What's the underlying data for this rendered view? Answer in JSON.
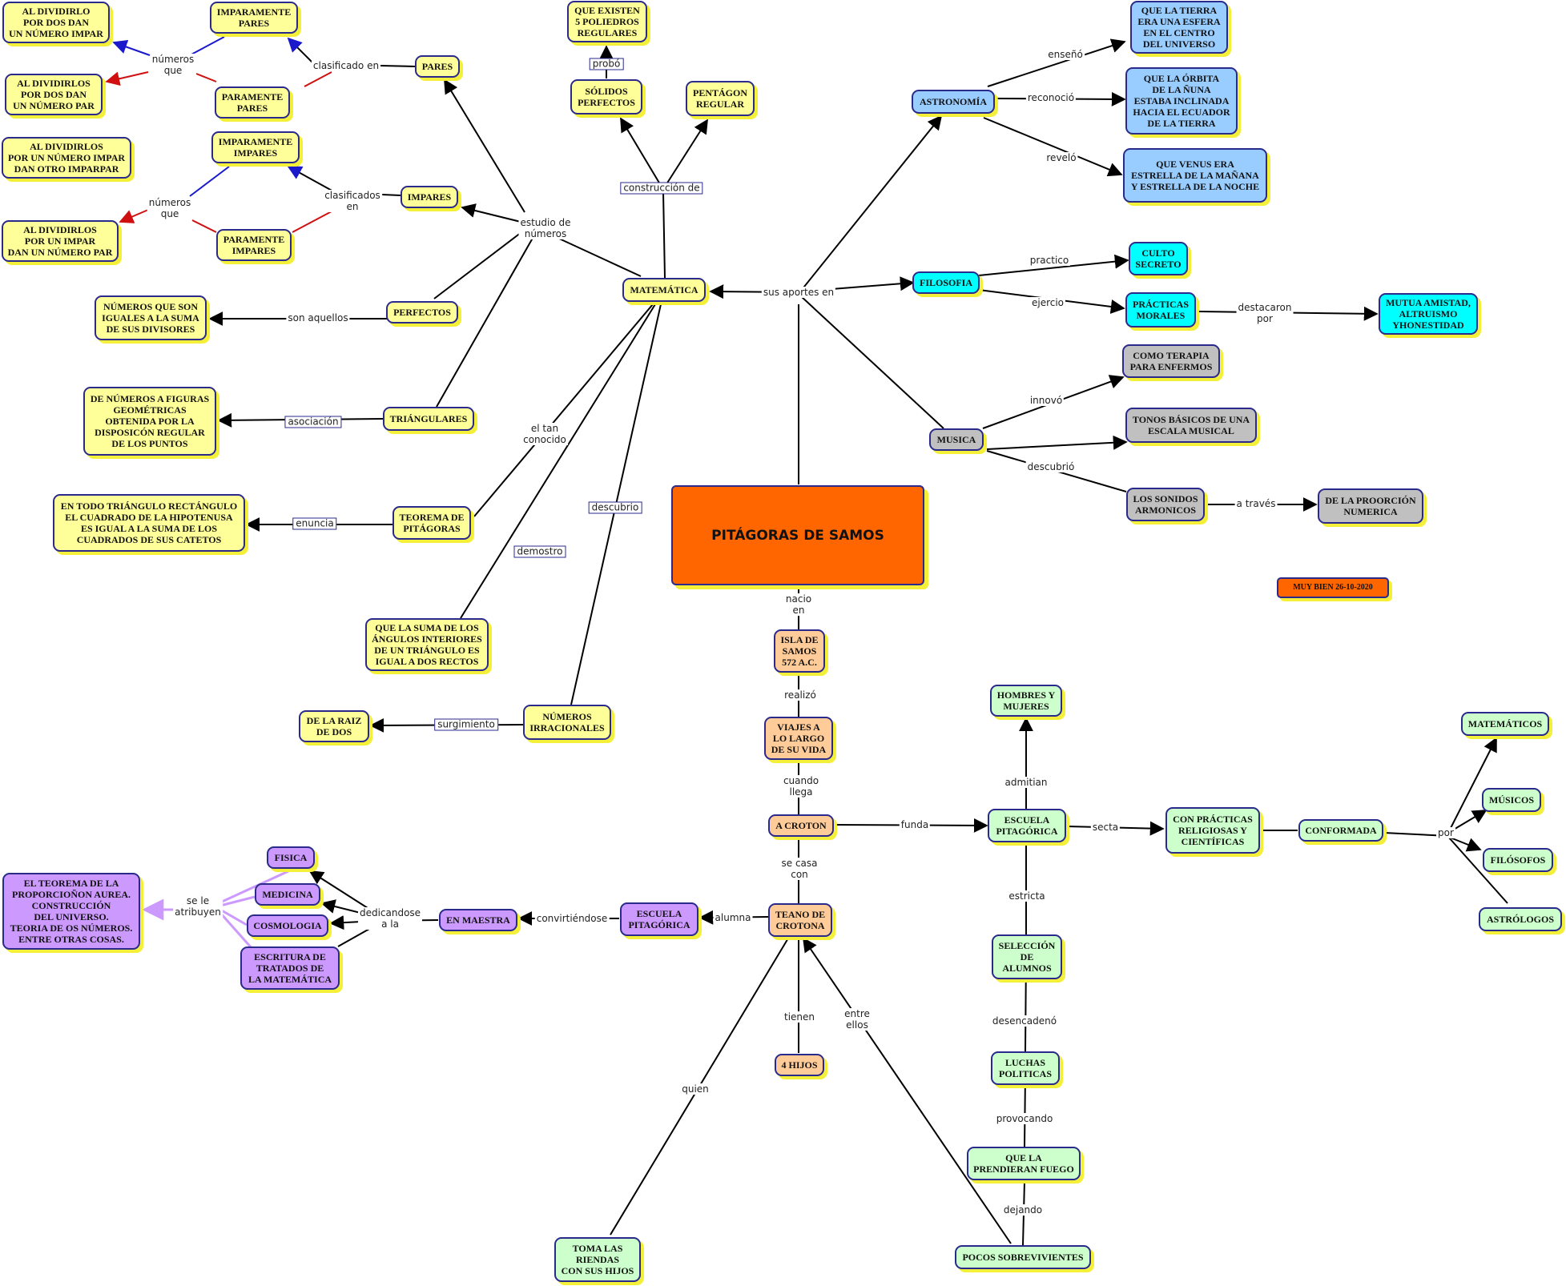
{
  "title": "PITÁGORAS DE SAMOS",
  "stamp": "MUY BIEN  26-10-2020",
  "nodes": {
    "al_dividirlo_impar": "AL DIVIDIRLO\nPOR DOS DAN\nUN NÚMERO IMPAR",
    "imparamente_pares": "IMPARAMENTE\nPARES",
    "al_dividirlos_par": "AL DIVIDIRLOS\nPOR DOS DAN\nUN NÚMERO PAR",
    "paramente_pares": "PARAMENTE\nPARES",
    "pares": "PARES",
    "al_dividirlos_impar_otro": "AL DIVIDIRLOS\nPOR UN NÚMERO IMPAR\nDAN OTRO IMPARPAR",
    "imparamente_impares": "IMPARAMENTE\nIMPARES",
    "al_dividirlos_impar_par": "AL DIVIDIRLOS\nPOR UN IMPAR\nDAN UN NÚMERO PAR",
    "paramente_impares": "PARAMENTE\nIMPARES",
    "impares": "IMPARES",
    "numeros_divisores": "NÚMEROS QUE SON\nIGUALES A LA SUMA\nDE SUS DIVISORES",
    "perfectos": "PERFECTOS",
    "figuras_geometricas": "DE NÚMEROS A FIGURAS\nGEOMÉTRICAS\nOBTENIDA POR LA\nDISPOSICÓN REGULAR\nDE LOS PUNTOS",
    "triangulares": "TRIÁNGULARES",
    "triangulo_rectangulo": "EN TODO TRIÁNGULO RECTÁNGULO\nEL CUADRADO DE LA HIPOTENUSA\nES IGUAL A LA SUMA DE LOS\nCUADRADOS DE SUS CATETOS",
    "teorema": "TEOREMA DE\nPITÁGORAS",
    "suma_angulos": "QUE LA SUMA DE LOS\nÁNGULOS INTERIORES\nDE UN TRIÁNGULO ES\nIGUAL A DOS RECTOS",
    "raiz_dos": "DE LA RAIZ\nDE DOS",
    "irracionales": "NÚMEROS\nIRRACIONALES",
    "cinco_poliedros": "QUE EXISTEN\n5 POLIEDROS\nREGULARES",
    "solidos": "SÓLIDOS\nPERFECTOS",
    "pentagono": "PENTÁGON\nREGULAR",
    "matematica": "MATEMÁTICA",
    "astronomia": "ASTRONOMÍA",
    "tierra_esfera": "QUE LA TIERRA\nERA UNA ESFERA\nEN EL CENTRO\nDEL UNIVERSO",
    "orbita": "QUE LA ÓRBITA\nDE LA ÑUNA\nESTABA INCLINADA\nHACIA EL ECUADOR\nDE LA TIERRA",
    "venus": "QUE VENUS ERA\nESTRELLA DE LA MAÑANA\nY ESTRELLA DE LA NOCHE",
    "filosofia": "FILOSOFIA",
    "culto": "CULTO\nSECRETO",
    "practicas_morales": "PRÁCTICAS\nMORALES",
    "mutua_amistad": "MUTUA AMISTAD,\nALTRUISMO\nYHONESTIDAD",
    "musica": "MUSICA",
    "terapia": "COMO TERAPIA\nPARA ENFERMOS",
    "tonos": "TONOS BÁSICOS DE UNA\nESCALA MUSICAL",
    "sonidos": "LOS SONIDOS\nARMONICOS",
    "proporcion": "DE LA PROORCIÓN\nNUMERICA",
    "isla_samos": "ISLA DE\nSAMOS\n572 A.C.",
    "viajes": "VIAJES A\nLO LARGO\nDE SU VIDA",
    "croton": "A CROTON",
    "teano": "TEANO DE\nCROTONA",
    "cuatro_hijos": "4 HIJOS",
    "toma_riendas": "TOMA LAS\nRIENDAS\nCON SUS HIJOS",
    "escuela_pitagorica_p": "ESCUELA\nPITAGÓRICA",
    "en_maestra": "EN MAESTRA",
    "fisica": "FISICA",
    "medicina": "MEDICINA",
    "cosmologia": "COSMOLOGIA",
    "escritura": "ESCRITURA DE\nTRATADOS DE\nLA MATEMÁTICA",
    "teorema_proporcion": "EL TEOREMA DE LA\nPROPORCIOÑON AUREA.\nCONSTRUCCIÓN\nDEL UNIVERSO.\nTEORIA DE OS NÚMEROS.\nENTRE OTRAS COSAS.",
    "hombres_mujeres": "HOMBRES Y\nMUJERES",
    "escuela_pitagorica": "ESCUELA\nPITAGÓRICA",
    "practicas_religiosas": "CON PRÁCTICAS\nRELIGIOSAS Y\nCIENTÍFICAS",
    "conformada": "CONFORMADA",
    "matematicos": "MATEMÁTICOS",
    "musicos": "MÚSICOS",
    "filosofos": "FILÓSOFOS",
    "astrologos": "ASTRÓLOGOS",
    "seleccion": "SELECCIÓN\nDE\nALUMNOS",
    "luchas": "LUCHAS\nPOLITICAS",
    "prendieran_fuego": "QUE LA\nPRENDIERAN FUEGO",
    "pocos_sobrevivientes": "POCOS SOBREVIVIENTES"
  },
  "labels": {
    "numeros_que_1": "números\nque",
    "clasificado_en": "clasificado en",
    "numeros_que_2": "números\nque",
    "clasificados_en": "clasificados\nen",
    "estudio_numeros": "estudio de\nnúmeros",
    "son_aquellos": "son aquellos",
    "asociacion": "asociación",
    "el_tan_conocido": "el tan\nconocido",
    "enuncia": "enuncia",
    "demostro": "demostro",
    "descubrio": "descubrio",
    "surgimiento": "surgimiento",
    "probo": "probó",
    "construccion_de": "construcción de",
    "sus_aportes_en": "sus aportes en",
    "enseno": "enseñó",
    "reconocio": "reconoció",
    "revelo": "reveló",
    "practico": "practico",
    "ejercio": "ejercio",
    "destacaron_por": "destacaron\npor",
    "innovo": "innovó",
    "descubrio_m": "descubrió",
    "a_traves": "a través",
    "nacio_en": "nacio\nen",
    "realizo": "realizó",
    "cuando_llega": "cuando\nllega",
    "funda": "funda",
    "se_casa_con": "se casa\ncon",
    "alumna": "alumna",
    "convirtiendose": "convirtiéndose",
    "dedicandose": "dedicandose\na la",
    "se_le_atribuyen": "se le\natribuyen",
    "tienen": "tienen",
    "entre_ellos": "entre\nellos",
    "quien": "quien",
    "admitian": "admitian",
    "secta": "secta",
    "por": "por",
    "estricta": "estricta",
    "desencadeno": "desencadenó",
    "provocando": "provocando",
    "dejando": "dejando"
  },
  "colors": {
    "yellow": "#ffff99",
    "blue": "#99ccff",
    "cyan": "#00ffff",
    "gray": "#c0c0c0",
    "orange": "#ffcc99",
    "green": "#ccffcc",
    "purple": "#cc99ff",
    "main": "#ff6600",
    "shadow": "#f4f03a"
  }
}
